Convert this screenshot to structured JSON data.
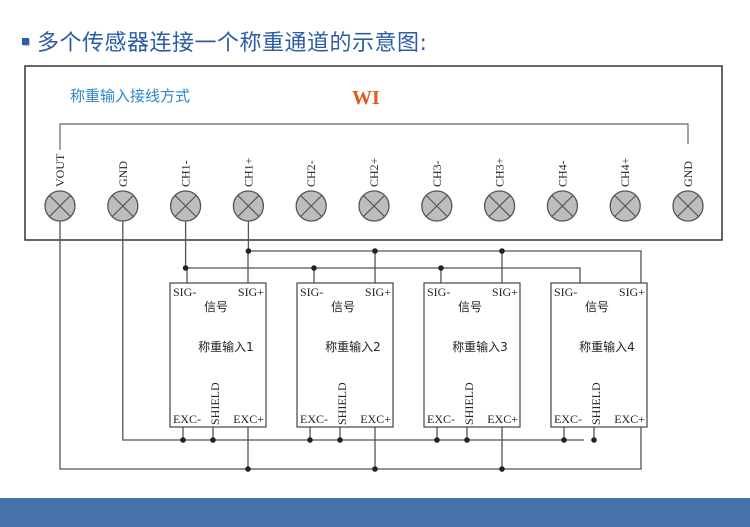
{
  "header": {
    "title": "多个传感器连接一个称重通道的示意图:"
  },
  "panel": {
    "label": "称重输入接线方式",
    "brand": "WI",
    "brand_color": "#e05a1c",
    "label_color": "#2f86c8"
  },
  "terminals": [
    {
      "label": "VOUT"
    },
    {
      "label": "GND"
    },
    {
      "label": "CH1-"
    },
    {
      "label": "CH1+"
    },
    {
      "label": "CH2-"
    },
    {
      "label": "CH2+"
    },
    {
      "label": "CH3-"
    },
    {
      "label": "CH3+"
    },
    {
      "label": "CH4-"
    },
    {
      "label": "CH4+"
    },
    {
      "label": "GND"
    }
  ],
  "sensors": [
    {
      "name": "称重输入1",
      "signal": "信号",
      "sig_minus": "SIG-",
      "sig_plus": "SIG+",
      "exc_minus": "EXC-",
      "exc_plus": "EXC+",
      "shield": "SHIELD"
    },
    {
      "name": "称重输入2",
      "signal": "信号",
      "sig_minus": "SIG-",
      "sig_plus": "SIG+",
      "exc_minus": "EXC-",
      "exc_plus": "EXC+",
      "shield": "SHIELD"
    },
    {
      "name": "称重输入3",
      "signal": "信号",
      "sig_minus": "SIG-",
      "sig_plus": "SIG+",
      "exc_minus": "EXC-",
      "exc_plus": "EXC+",
      "shield": "SHIELD"
    },
    {
      "name": "称重输入4",
      "signal": "信号",
      "sig_minus": "SIG-",
      "sig_plus": "SIG+",
      "exc_minus": "EXC-",
      "exc_plus": "EXC+",
      "shield": "SHIELD"
    }
  ],
  "colors": {
    "heading": "#2b5da6",
    "footer": "#4673aa",
    "wire": "#555555",
    "terminal_fill": "#bdbdbd"
  }
}
